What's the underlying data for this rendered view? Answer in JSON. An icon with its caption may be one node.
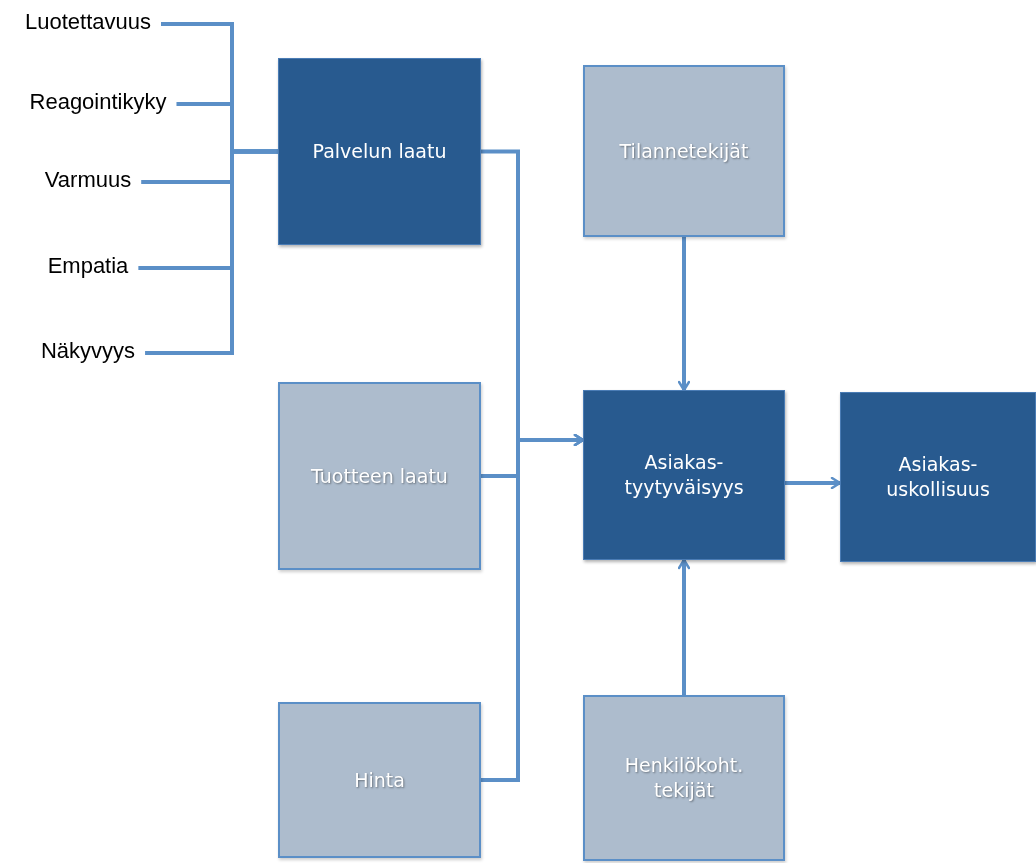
{
  "diagram": {
    "nodes": [
      {
        "text": [
          "Luotettavuus"
        ]
      },
      {
        "text": [
          "Reagointikyky"
        ]
      },
      {
        "text": [
          "Varmuus"
        ]
      },
      {
        "text": [
          "Empatia"
        ]
      },
      {
        "text": [
          "Näkyvyys"
        ]
      },
      {
        "text": [
          "Palvelun laatu"
        ]
      },
      {
        "text": [
          "Tilannetekijät"
        ]
      },
      {
        "text": [
          "Tuotteen laatu"
        ]
      },
      {
        "text": [
          "Asiakas- tyytyväisyys"
        ]
      },
      {
        "text": [
          "Asiakas- uskollisuus"
        ]
      },
      {
        "text": [
          "Hinta"
        ]
      },
      {
        "text": [
          "Henkilökoht. tekijät"
        ]
      }
    ],
    "edges": [
      {
        "from": 0,
        "to": 5,
        "arrow": "none"
      },
      {
        "from": 1,
        "to": 5,
        "arrow": "none"
      },
      {
        "from": 2,
        "to": 5,
        "arrow": "none"
      },
      {
        "from": 3,
        "to": 5,
        "arrow": "none"
      },
      {
        "from": 4,
        "to": 5,
        "arrow": "none"
      },
      {
        "from": 5,
        "to": 8,
        "arrow": "to"
      },
      {
        "from": 7,
        "to": 8,
        "arrow": "to"
      },
      {
        "from": 10,
        "to": 8,
        "arrow": "to"
      },
      {
        "from": 6,
        "to": 8,
        "arrow": "to"
      },
      {
        "from": 11,
        "to": 8,
        "arrow": "to"
      },
      {
        "from": 8,
        "to": 9,
        "arrow": "to"
      }
    ]
  }
}
